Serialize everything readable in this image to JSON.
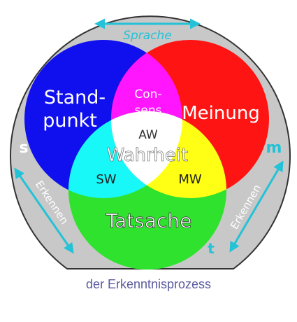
{
  "colors": {
    "frame_fill": "#c8c8c8",
    "frame_stroke": "#333333",
    "circle_left": "#1010ee",
    "circle_right": "#ff1414",
    "circle_bottom": "#2ee22e",
    "overlap_magenta": "#ff16ff",
    "overlap_yellow": "#ffff16",
    "overlap_cyan": "#18f8f8",
    "center_white": "#ffffff",
    "arrow": "#23c2d6",
    "text_light": "#ffffff",
    "text_dark": "#222222",
    "caption": "#5a5aa0"
  },
  "labels": {
    "sprache": "Sprache",
    "standpunkt_1": "Stand-",
    "standpunkt_2": "punkt",
    "consens_1": "Con-",
    "consens_2": "sens",
    "meinung": "Meinung",
    "aw": "AW",
    "wahrheit": "Wahrheit",
    "sw": "SW",
    "mw": "MW",
    "tatsache": "Tatsache",
    "erkennen_left": "Erkennen",
    "erkennen_right": "Erkennen",
    "letter_s": "s",
    "letter_m": "m",
    "letter_t": "t"
  },
  "caption": "der Erkenntnisprozess"
}
